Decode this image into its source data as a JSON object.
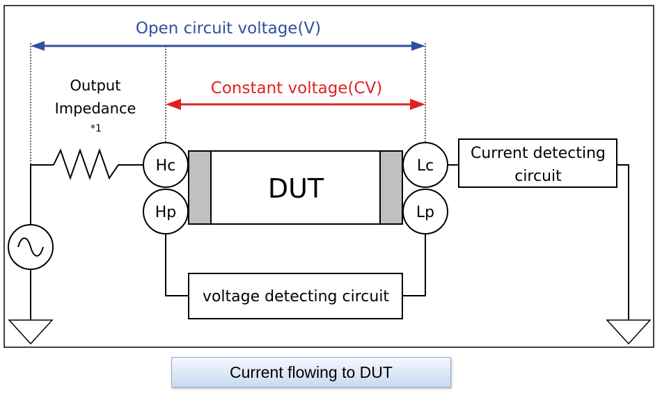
{
  "labels": {
    "open_circuit_voltage": "Open circuit voltage(V)",
    "constant_voltage": "Constant voltage(CV)",
    "output_impedance_line1": "Output",
    "output_impedance_line2": "Impedance",
    "note_mark": "*1",
    "dut": "DUT",
    "terminal_hc": "Hc",
    "terminal_hp": "Hp",
    "terminal_lc": "Lc",
    "terminal_lp": "Lp",
    "current_detecting_line1": "Current detecting",
    "current_detecting_line2": "circuit",
    "voltage_detecting": "voltage detecting circuit",
    "caption": "Current flowing to DUT"
  },
  "colors": {
    "open_circuit_voltage": "#2f4f9f",
    "constant_voltage": "#e02020",
    "electrode_gray": "#c0c0c0",
    "line": "#000000"
  }
}
